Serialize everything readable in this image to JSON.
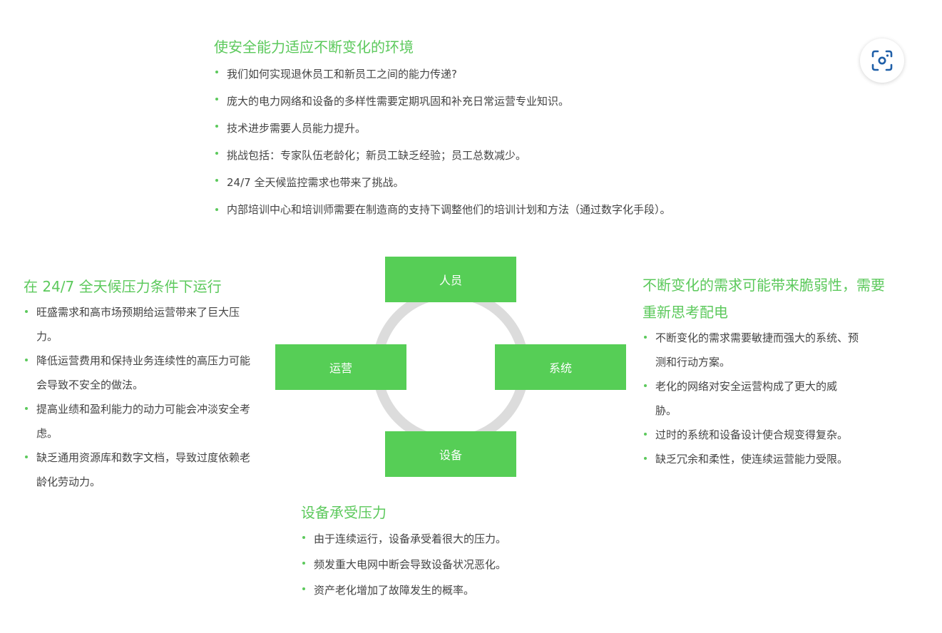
{
  "sections": {
    "top": {
      "title": "使安全能力适应不断变化的环境",
      "bullets": [
        "我们如何实现退休员工和新员工之间的能力传递?",
        "庞大的电力网络和设备的多样性需要定期巩固和补充日常运营专业知识。",
        "技术进步需要人员能力提升。",
        "挑战包括：专家队伍老龄化；新员工缺乏经验；员工总数减少。",
        "24/7 全天候监控需求也带来了挑战。",
        "内部培训中心和培训师需要在制造商的支持下调整他们的培训计划和方法（通过数字化手段）。"
      ]
    },
    "left": {
      "title": "在 24/7 全天候压力条件下运行",
      "bullets": [
        "旺盛需求和高市场预期给运营带来了巨大压力。",
        "降低运营费用和保持业务连续性的高压力可能会导致不安全的做法。",
        "提高业绩和盈利能力的动力可能会冲淡安全考虑。",
        "缺乏通用资源库和数字文档，导致过度依赖老龄化劳动力。"
      ]
    },
    "right": {
      "title": "不断变化的需求可能带来脆弱性，需要重新思考配电",
      "bullets": [
        "不断变化的需求需要敏捷而强大的系统、预测和行动方案。",
        "老化的网络对安全运营构成了更大的威胁。",
        "过时的系统和设备设计使合规变得复杂。",
        "缺乏冗余和柔性，使连续运营能力受限。"
      ]
    },
    "bottom": {
      "title": "设备承受压力",
      "bullets": [
        "由于连续运行，设备承受着很大的压力。",
        "频发重大电网中断会导致设备状况恶化。",
        "资产老化增加了故障发生的概率。"
      ]
    }
  },
  "diagram": {
    "nodes": {
      "top": "人员",
      "left": "运营",
      "right": "系统",
      "bottom": "设备"
    },
    "node_color": "#56ce56",
    "ring_color": "#dcdcdc"
  },
  "colors": {
    "accent": "#5cc95c",
    "text": "#444444"
  },
  "icons": {
    "scan": "scan-icon"
  }
}
